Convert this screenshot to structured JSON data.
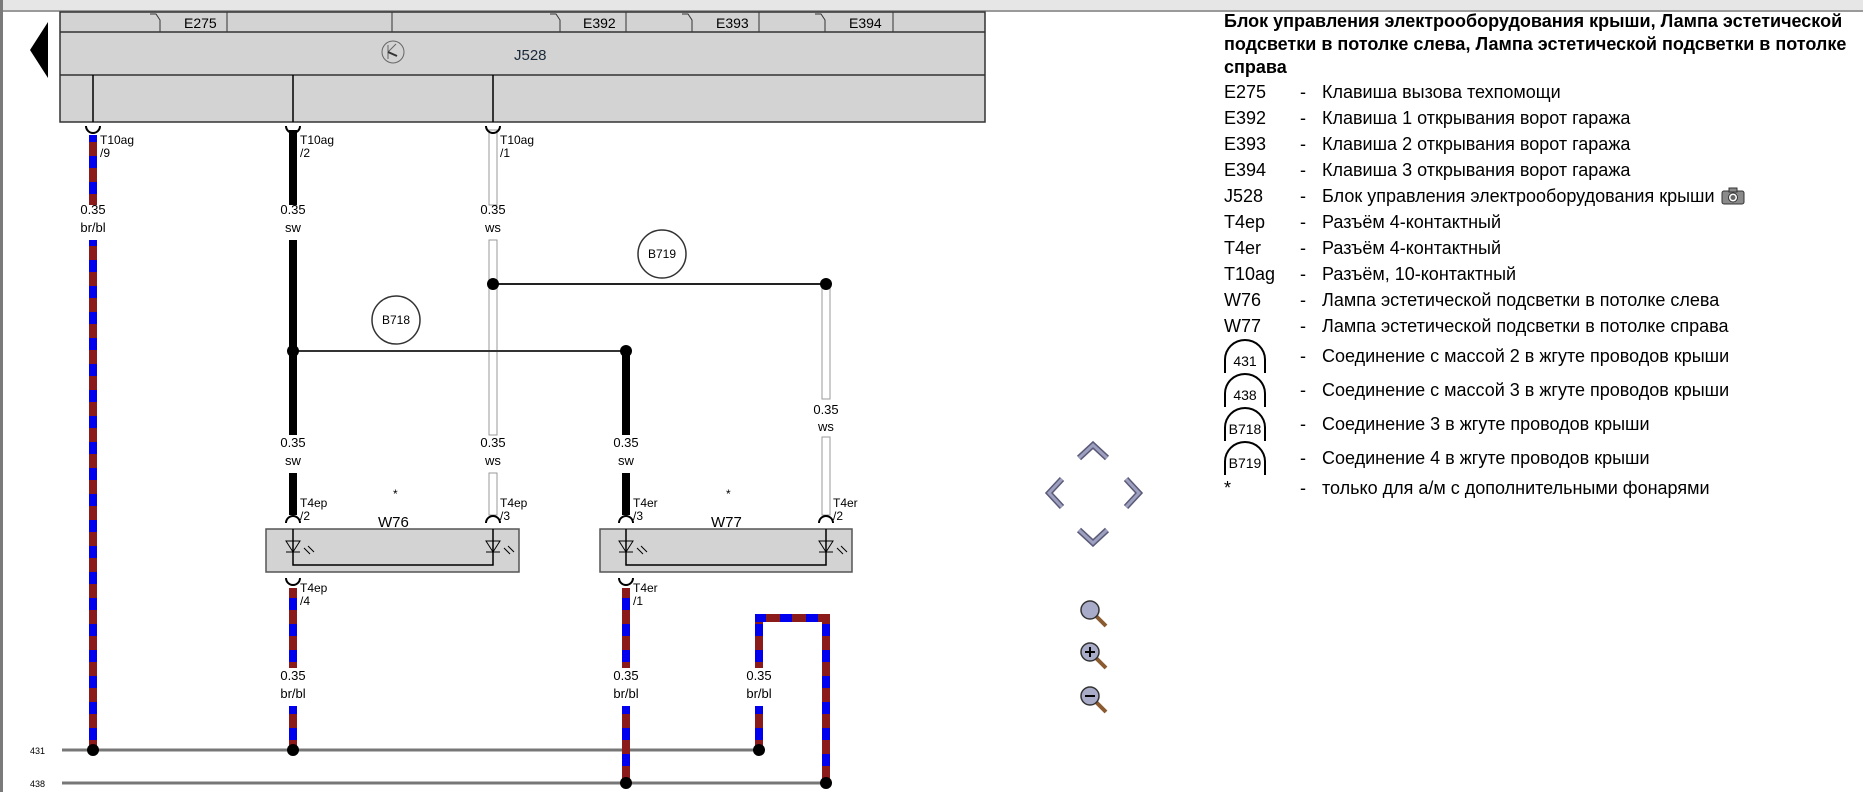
{
  "diagram": {
    "header_components": [
      "E275",
      "E392",
      "E393",
      "E394"
    ],
    "control_unit": "J528",
    "connectors": [
      {
        "name": "T10ag",
        "pin": "/9"
      },
      {
        "name": "T10ag",
        "pin": "/2"
      },
      {
        "name": "T10ag",
        "pin": "/1"
      },
      {
        "name": "T4ep",
        "pin": "/2"
      },
      {
        "name": "T4ep",
        "pin": "/3"
      },
      {
        "name": "T4er",
        "pin": "/3"
      },
      {
        "name": "T4er",
        "pin": "/2"
      },
      {
        "name": "T4ep",
        "pin": "/4"
      },
      {
        "name": "T4er",
        "pin": "/1"
      }
    ],
    "wires": [
      {
        "size": "0.35",
        "color": "br/bl"
      },
      {
        "size": "0.35",
        "color": "sw"
      },
      {
        "size": "0.35",
        "color": "ws"
      },
      {
        "size": "0.35",
        "color": "ws"
      },
      {
        "size": "0.35",
        "color": "sw"
      },
      {
        "size": "0.35",
        "color": "ws"
      },
      {
        "size": "0.35",
        "color": "sw"
      },
      {
        "size": "0.35",
        "color": "br/bl"
      },
      {
        "size": "0.35",
        "color": "br/bl"
      },
      {
        "size": "0.35",
        "color": "br/bl"
      }
    ],
    "splices": [
      "B718",
      "B719"
    ],
    "lamps": [
      {
        "name": "W76",
        "note": "*"
      },
      {
        "name": "W77",
        "note": "*"
      }
    ],
    "ground_buses": [
      "431",
      "438"
    ],
    "colors": {
      "brown": "#8b1a1a",
      "blue": "#0000ee",
      "black": "#000000",
      "white_wire": "#ffffff",
      "component_fill": "#d3d3d3"
    }
  },
  "legend": {
    "title": "Блок управления электрооборудования крыши, Лампа эстетической подсветки в потолке слева, Лампа эстетической подсветки в потолке справа",
    "items": [
      {
        "code": "E275",
        "text": "Клавиша вызова техпомощи"
      },
      {
        "code": "E392",
        "text": "Клавиша 1 открывания ворот гаража"
      },
      {
        "code": "E393",
        "text": "Клавиша 2 открывания ворот гаража"
      },
      {
        "code": "E394",
        "text": "Клавиша 3 открывания ворот гаража"
      },
      {
        "code": "J528",
        "text": "Блок управления электрооборудования крыши",
        "icon": "camera-icon"
      },
      {
        "code": "T4ep",
        "text": "Разъём 4-контактный"
      },
      {
        "code": "T4er",
        "text": "Разъём 4-контактный"
      },
      {
        "code": "T10ag",
        "text": "Разъём, 10-контактный"
      },
      {
        "code": "W76",
        "text": "Лампа эстетической подсветки в потолке слева"
      },
      {
        "code": "W77",
        "text": "Лампа эстетической подсветки в потолке справа"
      }
    ],
    "circle_items": [
      {
        "code": "431",
        "text": "Соединение с массой 2 в жгуте проводов крыши"
      },
      {
        "code": "438",
        "text": "Соединение с массой 3 в жгуте проводов крыши"
      },
      {
        "code": "B718",
        "text": "Соединение 3 в жгуте проводов крыши"
      },
      {
        "code": "B719",
        "text": "Соединение 4 в жгуте проводов крыши"
      }
    ],
    "footnote": {
      "code": "*",
      "text": "только для а/м с дополнительными фонарями"
    },
    "dash": "-"
  },
  "controls": {
    "pan_up": "pan-up",
    "pan_down": "pan-down",
    "pan_left": "pan-left",
    "pan_right": "pan-right",
    "zoom_fit": "zoom-fit",
    "zoom_in": "zoom-in",
    "zoom_out": "zoom-out"
  }
}
